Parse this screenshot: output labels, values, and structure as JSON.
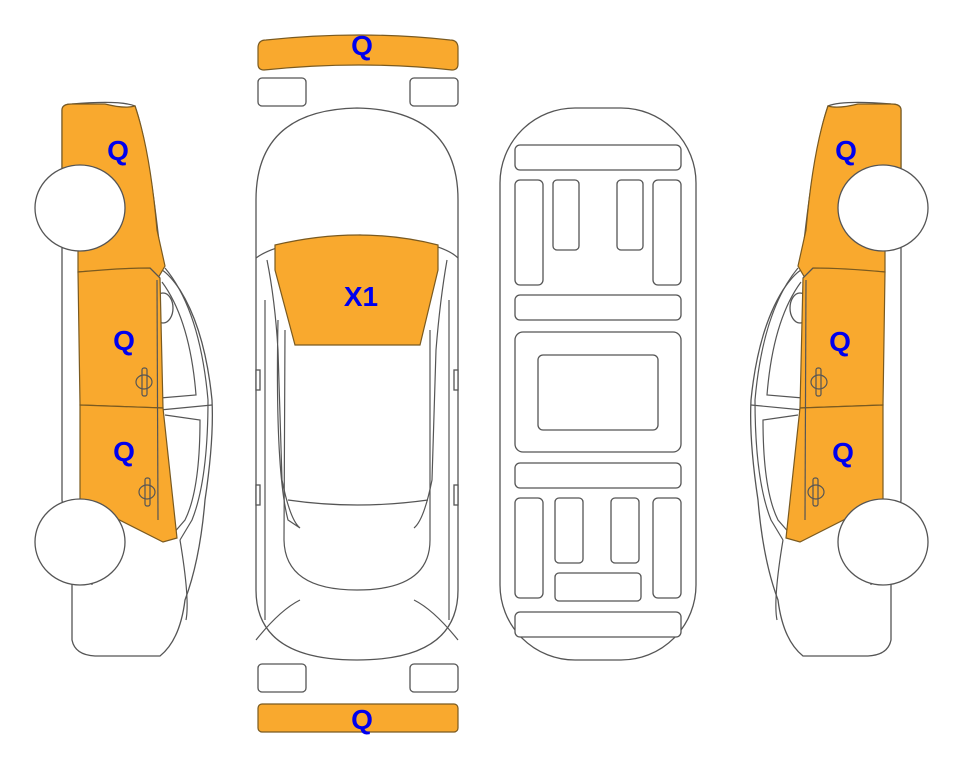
{
  "colors": {
    "damage": "#F9A92E",
    "label": "#0000EE",
    "outline": "#555555"
  },
  "views": {
    "left_side": {
      "front_fender": "Q",
      "front_door": "Q",
      "rear_door": "Q"
    },
    "top": {
      "front_bumper": "Q",
      "windshield": "X1",
      "rear_bumper": "Q"
    },
    "right_side": {
      "front_fender": "Q",
      "front_door": "Q",
      "rear_door": "Q"
    }
  }
}
